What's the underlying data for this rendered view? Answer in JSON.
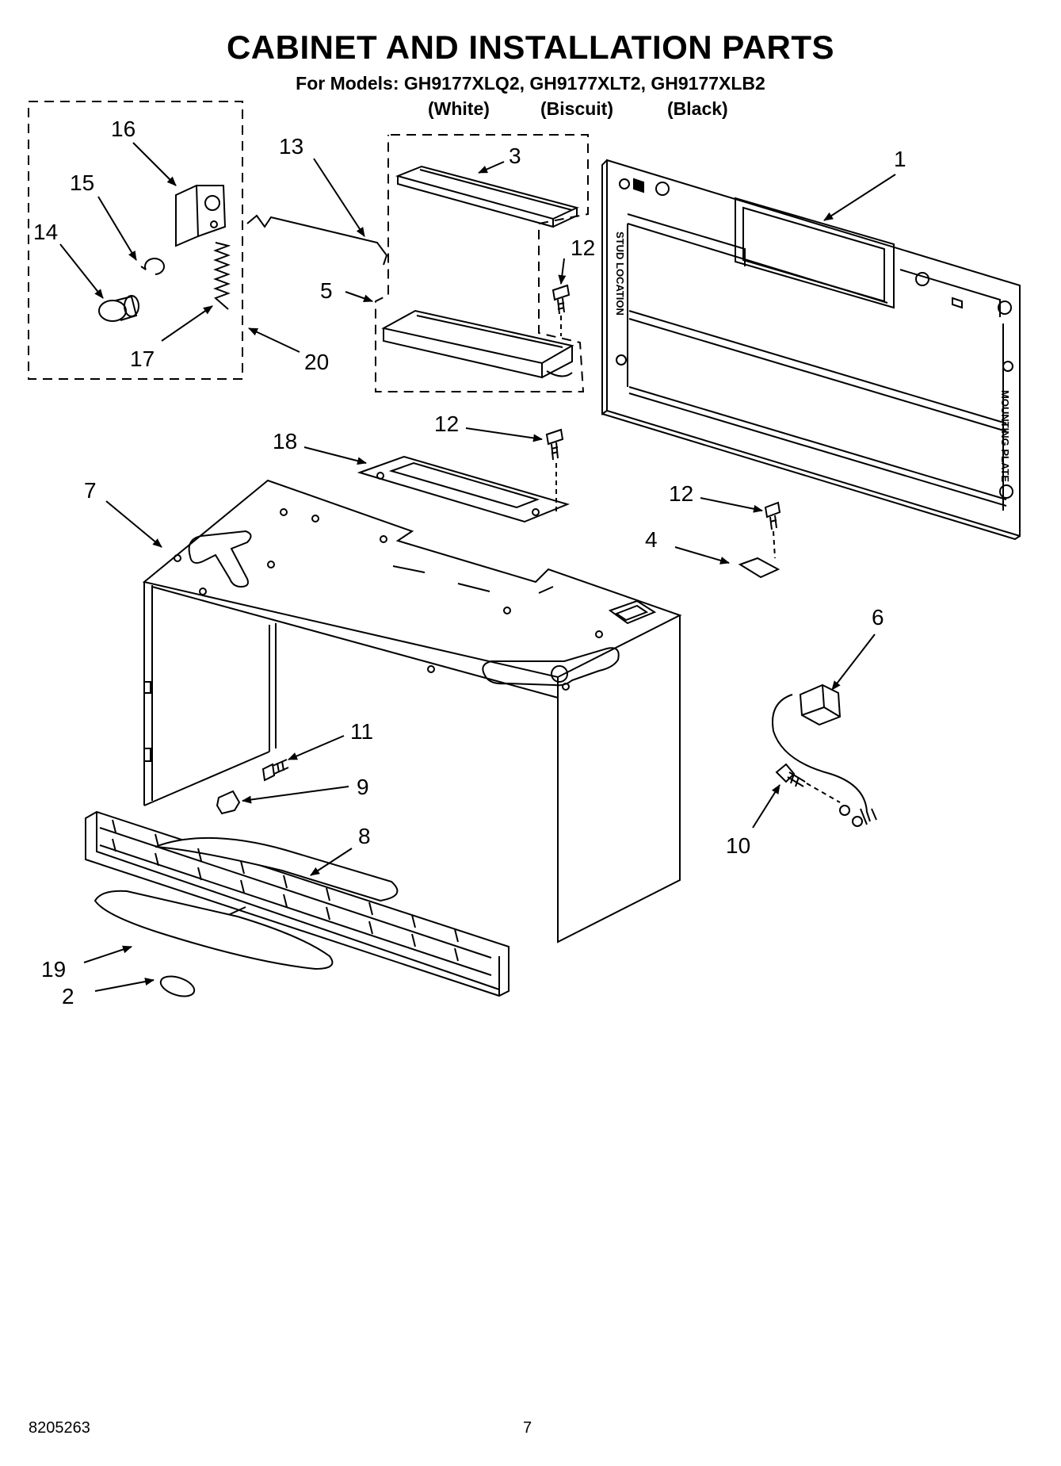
{
  "header": {
    "title": "CABINET AND INSTALLATION PARTS",
    "models": "For Models: GH9177XLQ2, GH9177XLT2, GH9177XLB2",
    "variants": [
      "(White)",
      "(Biscuit)",
      "(Black)"
    ]
  },
  "callouts": {
    "p1": "1",
    "p2": "2",
    "p3": "3",
    "p4": "4",
    "p5": "5",
    "p6": "6",
    "p7": "7",
    "p8": "8",
    "p9": "9",
    "p10": "10",
    "p11": "11",
    "p12a": "12",
    "p12b": "12",
    "p12c": "12",
    "p13": "13",
    "p14": "14",
    "p15": "15",
    "p16": "16",
    "p17": "17",
    "p18": "18",
    "p19": "19",
    "p20": "20"
  },
  "plate_text": {
    "left": "STUD LOCATION",
    "right": "MOUNTING PLATE"
  },
  "footer": {
    "doc_number": "8205263",
    "page_number": "7"
  }
}
